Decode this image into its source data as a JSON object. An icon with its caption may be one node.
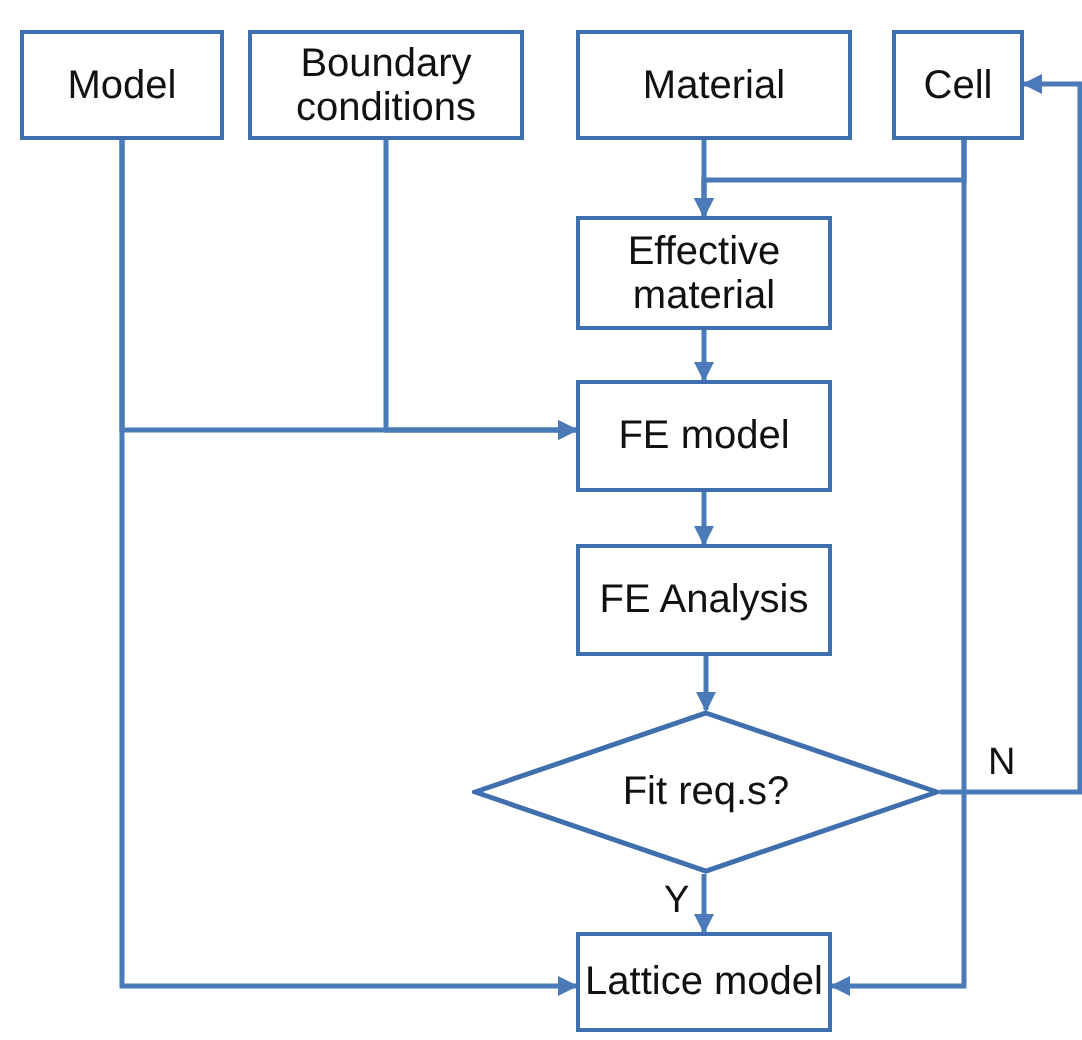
{
  "diagram": {
    "nodes": [
      {
        "text": [
          "Model"
        ]
      },
      {
        "text": [
          "Boundary conditions"
        ]
      },
      {
        "text": [
          "Material"
        ]
      },
      {
        "text": [
          "Cell"
        ]
      },
      {
        "text": [
          "Effective material"
        ]
      },
      {
        "text": [
          "FE model"
        ]
      },
      {
        "text": [
          "FE Analysis"
        ]
      },
      {
        "text": [
          "Fit req.s?"
        ]
      },
      {
        "text": [
          "Lattice model"
        ]
      }
    ],
    "edges": [
      {
        "from": 2,
        "to": 4,
        "arrow": "to"
      },
      {
        "from": 3,
        "to": 4,
        "arrow": "to"
      },
      {
        "from": 0,
        "to": 5,
        "arrow": "to"
      },
      {
        "from": 1,
        "to": 5,
        "arrow": "to"
      },
      {
        "from": 4,
        "to": 5,
        "arrow": "to"
      },
      {
        "from": 5,
        "to": 6,
        "arrow": "to"
      },
      {
        "from": 6,
        "to": 7,
        "arrow": "to"
      },
      {
        "from": 7,
        "to": 8,
        "arrow": "to",
        "label": "Y"
      },
      {
        "from": 7,
        "to": 3,
        "arrow": "to",
        "label": "N"
      },
      {
        "from": 0,
        "to": 8,
        "arrow": "to"
      },
      {
        "from": 3,
        "to": 8,
        "arrow": "to"
      }
    ]
  }
}
